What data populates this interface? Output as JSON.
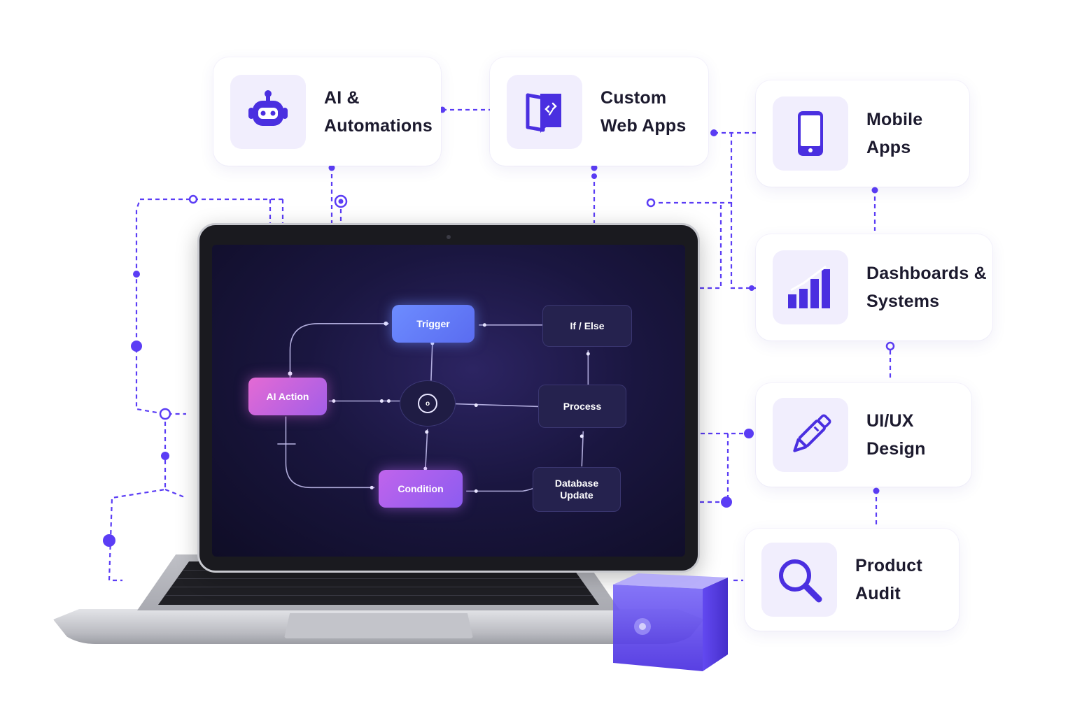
{
  "services": [
    {
      "id": "ai",
      "lines": [
        "AI &",
        "Automations"
      ],
      "icon": "robot-icon"
    },
    {
      "id": "web",
      "lines": [
        "Custom",
        "Web Apps"
      ],
      "icon": "code-book-icon"
    },
    {
      "id": "mobile",
      "lines": [
        "Mobile",
        "Apps"
      ],
      "icon": "smartphone-icon"
    },
    {
      "id": "dashboards",
      "lines": [
        "Dashboards &",
        "Systems"
      ],
      "icon": "bar-chart-icon"
    },
    {
      "id": "uiux",
      "lines": [
        "UI/UX",
        "Design"
      ],
      "icon": "pen-icon"
    },
    {
      "id": "audit",
      "lines": [
        "Product",
        "Audit"
      ],
      "icon": "magnifier-icon"
    }
  ],
  "workflow": {
    "trigger": "Trigger",
    "if_else": "If / Else",
    "ai_action": "AI Action",
    "process": "Process",
    "condition": "Condition",
    "database_update": [
      "Database",
      "Update"
    ],
    "hub_symbol": "o"
  },
  "colors": {
    "accent": "#5b3df5",
    "icon_tile": "#f1eefd",
    "screen_bg": "#1a1640"
  }
}
